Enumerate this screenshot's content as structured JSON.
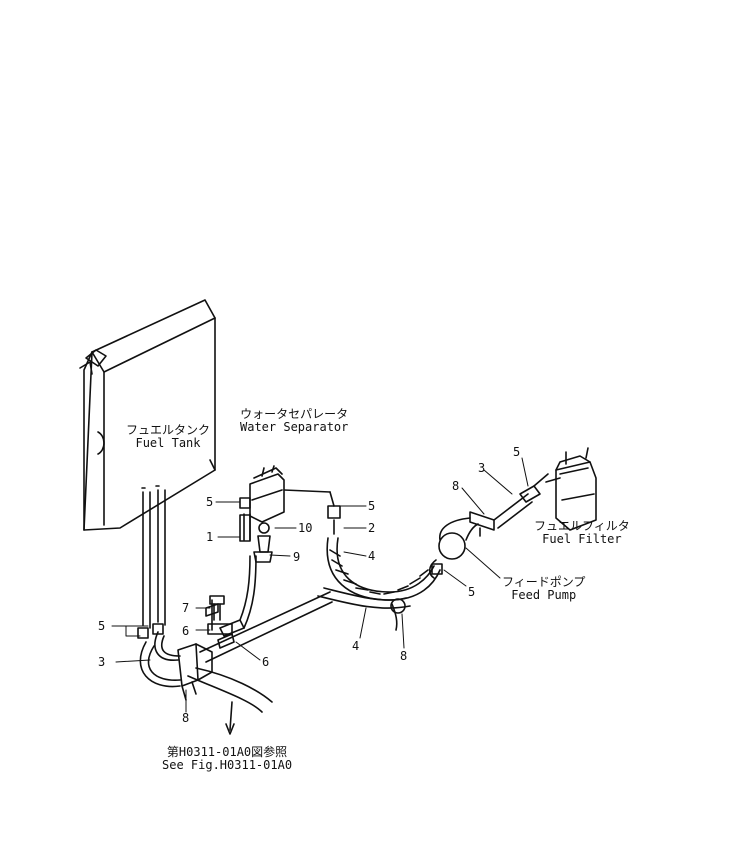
{
  "callouts": {
    "fuel_tank": {
      "jp": "フュエルタンク",
      "en": "Fuel Tank"
    },
    "water_separator": {
      "jp": "ウォータセパレータ",
      "en": "Water Separator"
    },
    "fuel_filter": {
      "jp": "フュエルフィルタ",
      "en": "Fuel Filter"
    },
    "feed_pump": {
      "jp": "フィードポンプ",
      "en": "Feed Pump"
    },
    "see_fig": {
      "jp": "第H0311-01A0図参照",
      "en": "See Fig.H0311-01A0"
    }
  },
  "part_numbers": {
    "n1": "1",
    "n2": "2",
    "n3_left": "3",
    "n3_right": "3",
    "n4_upper": "4",
    "n4_lower": "4",
    "n5_ws_left": "5",
    "n5_ws_right": "5",
    "n5_left": "5",
    "n5_pump": "5",
    "n5_filter": "5",
    "n6_upper": "6",
    "n6_lower": "6",
    "n7": "7",
    "n8_left": "8",
    "n8_mid": "8",
    "n8_right": "8",
    "n9": "9",
    "n10": "10"
  }
}
